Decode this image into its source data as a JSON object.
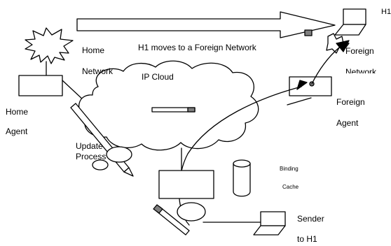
{
  "labels": {
    "h1_top": "H1",
    "move_caption": "H1 moves to a Foreign Network",
    "home": "Home",
    "network": "Network",
    "ip_cloud": "IP Cloud",
    "home_agent_1": "Home",
    "home_agent_2": "Agent",
    "foreign_net_1": "Foreign",
    "foreign_net_2": "Network",
    "foreign_agent_1": "Foreign",
    "foreign_agent_2": "Agent",
    "update_1": "Update",
    "update_2": "Process",
    "binding_1": "Binding",
    "binding_2": "Cache",
    "sender_1": "Sender",
    "sender_2": "to H1"
  },
  "colors": {
    "stroke": "#000000",
    "fill": "#ffffff",
    "packet": "#7f7f7f"
  }
}
